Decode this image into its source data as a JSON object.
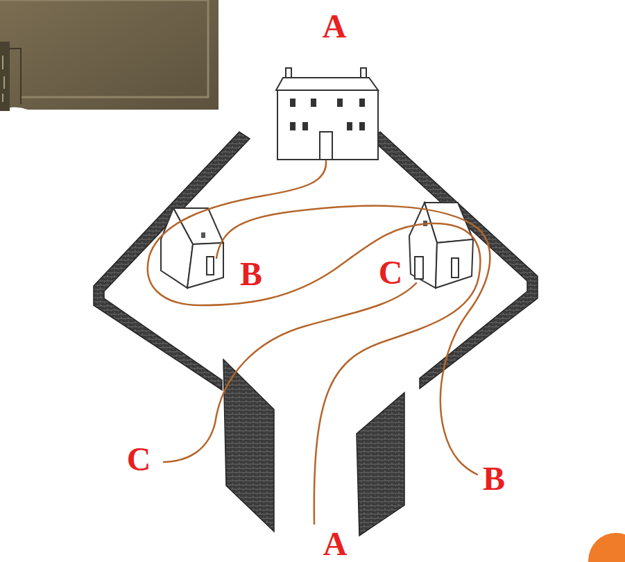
{
  "diagram": {
    "labels": [
      "A",
      "B",
      "C",
      "C",
      "B",
      "A"
    ]
  }
}
